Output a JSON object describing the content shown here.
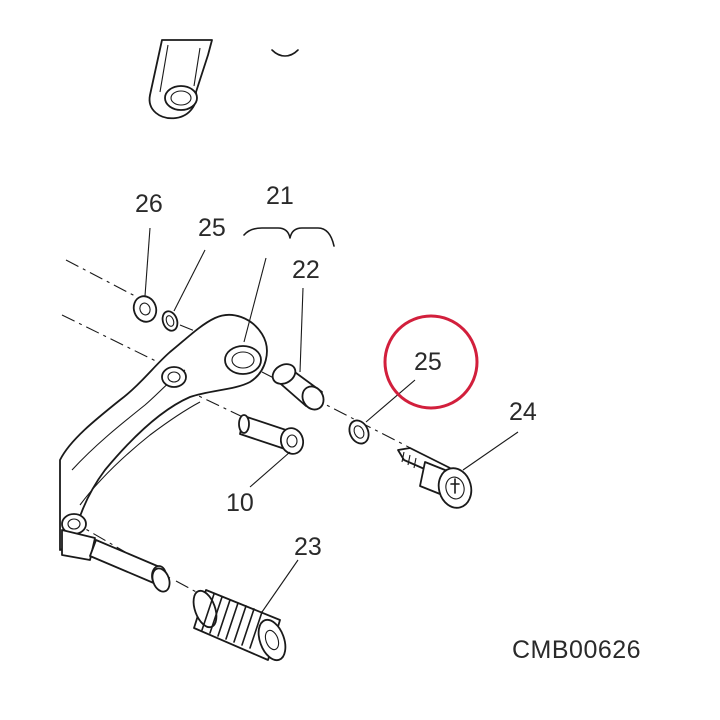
{
  "callouts": {
    "c26": "26",
    "c25_top": "25",
    "c21": "21",
    "c22": "22",
    "c25_highlight": "25",
    "c24": "24",
    "c10": "10",
    "c23": "23"
  },
  "drawing_code": "CMB00626",
  "highlight_color": "#d21f3c"
}
